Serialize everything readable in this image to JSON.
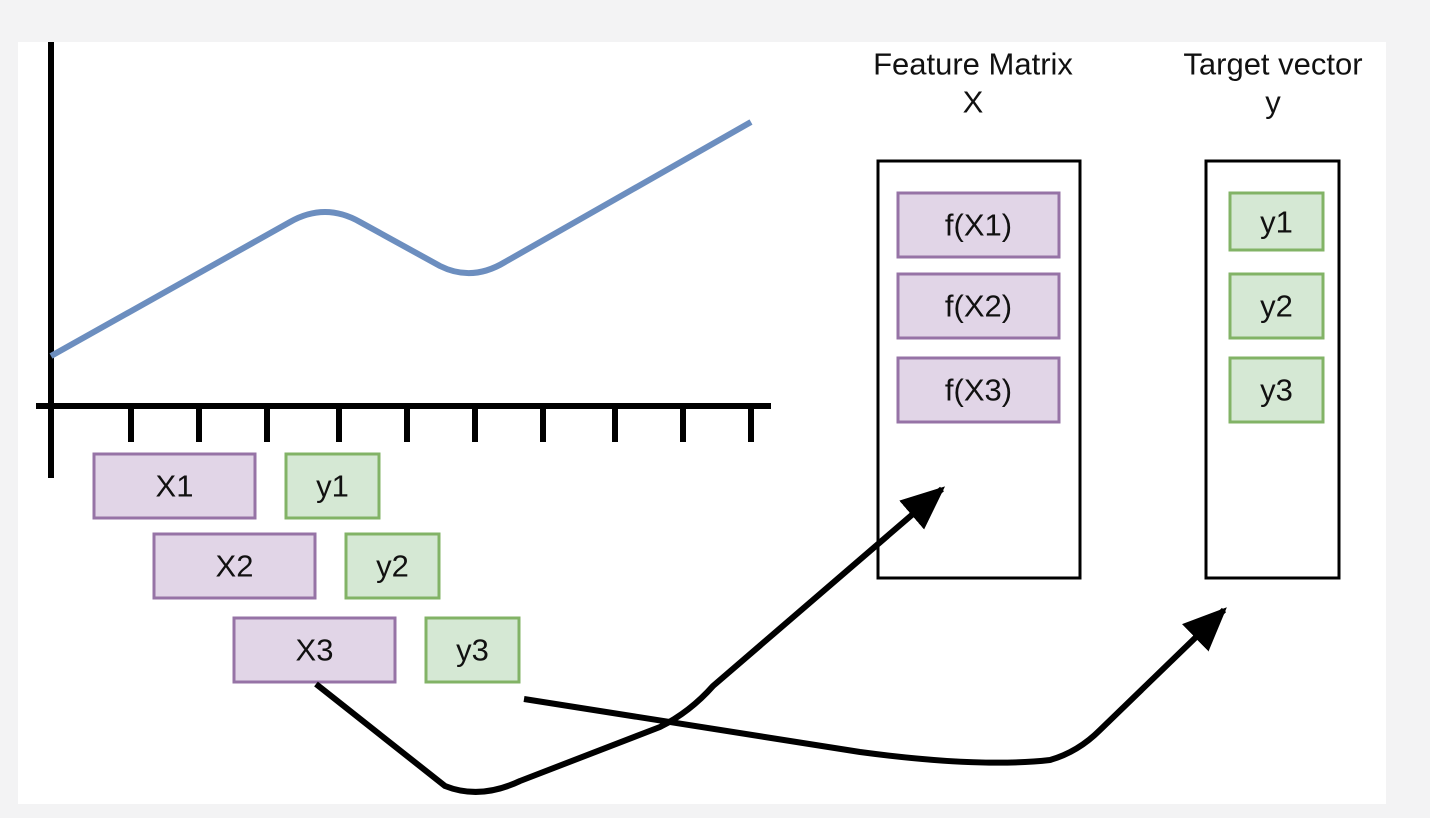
{
  "colors": {
    "line": "#6c8ebf",
    "feature_fill": "#e1d5e7",
    "feature_stroke": "#9673a6",
    "target_fill": "#d5e8d4",
    "target_stroke": "#82b366",
    "axis": "#000000",
    "background": "#ffffff"
  },
  "time_series": {
    "windows": [
      {
        "feature": "X1",
        "target": "y1"
      },
      {
        "feature": "X2",
        "target": "y2"
      },
      {
        "feature": "X3",
        "target": "y3"
      }
    ]
  },
  "feature_matrix": {
    "title": "Feature Matrix",
    "symbol": "X",
    "rows": [
      "f(X1)",
      "f(X2)",
      "f(X3)"
    ]
  },
  "target_vector": {
    "title": "Target vector",
    "symbol": "y",
    "rows": [
      "y1",
      "y2",
      "y3"
    ]
  }
}
